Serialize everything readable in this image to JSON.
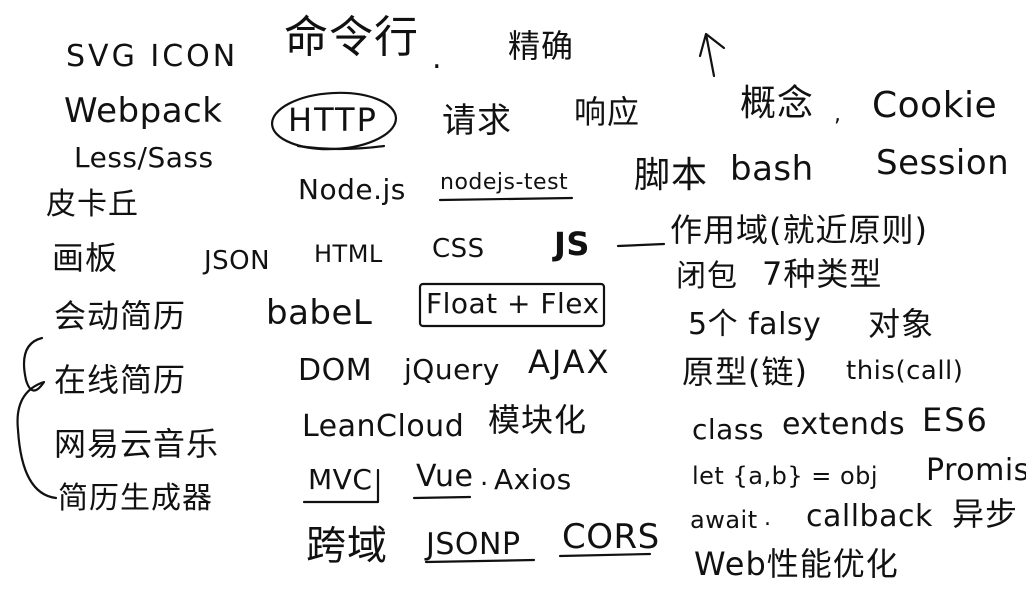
{
  "col1": {
    "svg_icon": "SVG ICON",
    "webpack": "Webpack",
    "less_sass": "Less/Sass",
    "piankuang": "皮卡丘",
    "huaban": "画板",
    "huidong_jianli": "会动简历",
    "zaixian_jianli": "在线简历",
    "wangyiyun": "网易云音乐",
    "jianli_shengcheng": "简历生成器"
  },
  "col2": {
    "mingling_hang": "命令行",
    "jingque": "精确",
    "http": "HTTP",
    "qingqiu": "请求",
    "xiangying": "响应",
    "nodejs": "Node.js",
    "nodejs_test": "nodejs-test",
    "json": "JSON",
    "html": "HTML",
    "css": "CSS",
    "babel": "babeL",
    "float_flex": "Float + Flex",
    "dom": "DOM",
    "jquery": "jQuery",
    "ajax": "AJAX",
    "leancloud": "LeanCloud",
    "mokuaihua": "模块化",
    "mvc": "MVC",
    "vue": "Vue",
    "axios": "Axios",
    "kuayu": "跨域",
    "jsonp": "JSONP",
    "cors": "CORS"
  },
  "col3": {
    "gainian": "概念",
    "cookie": "Cookie",
    "jiaoben": "脚本",
    "bash": "bash",
    "session": "Session",
    "js": "JS",
    "zuoyongyu": "作用域(就近原则)",
    "bibao": "闭包",
    "qizhong_leixing": "7种类型",
    "falsy": "5个 falsy",
    "duixiang": "对象",
    "yuanxing_lian": "原型(链)",
    "this_call": "this(call)",
    "class": "class",
    "extends": "extends",
    "es6": "ES6",
    "let_destructure": "let {a,b} = obj",
    "promise": "Promise",
    "await": "await",
    "callback": "callback",
    "yibu": "异步",
    "web_perf": "Web性能优化"
  },
  "colors": {
    "ink": "#111111",
    "paper": "#ffffff"
  },
  "icons": {
    "arrow": "up-arrow-icon",
    "brace": "left-brace-icon",
    "circle": "circle-mark"
  }
}
